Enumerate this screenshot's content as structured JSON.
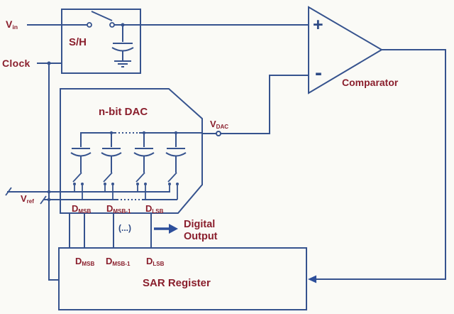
{
  "labels": {
    "vin": {
      "base": "V",
      "sub": "in"
    },
    "clock": "Clock",
    "sh": "S/H",
    "dac_title": "n-bit DAC",
    "vdac": {
      "base": "V",
      "sub": "DAC"
    },
    "vref": {
      "base": "V",
      "sub": "ref"
    },
    "dac_bits": [
      {
        "base": "D",
        "sub": "MSB"
      },
      {
        "base": "D",
        "sub": "MSB-1"
      },
      {
        "base": "D",
        "sub": "LSB"
      }
    ],
    "ellipsis": "(...)",
    "digital_output_line1": "Digital",
    "digital_output_line2": "Output",
    "sar_bits": [
      {
        "base": "D",
        "sub": "MSB"
      },
      {
        "base": "D",
        "sub": "MSB-1"
      },
      {
        "base": "D",
        "sub": "LSB"
      }
    ],
    "sar_register": "SAR Register",
    "comparator": "Comparator",
    "plus_sign": "+",
    "minus_sign": "-"
  },
  "colors": {
    "wire_blue": "#36538e",
    "arrow_blue": "#2d4f9b",
    "label_maroon": "#8a1f2d",
    "sign_blue": "#2d4a85",
    "background": "#fafaf6"
  }
}
